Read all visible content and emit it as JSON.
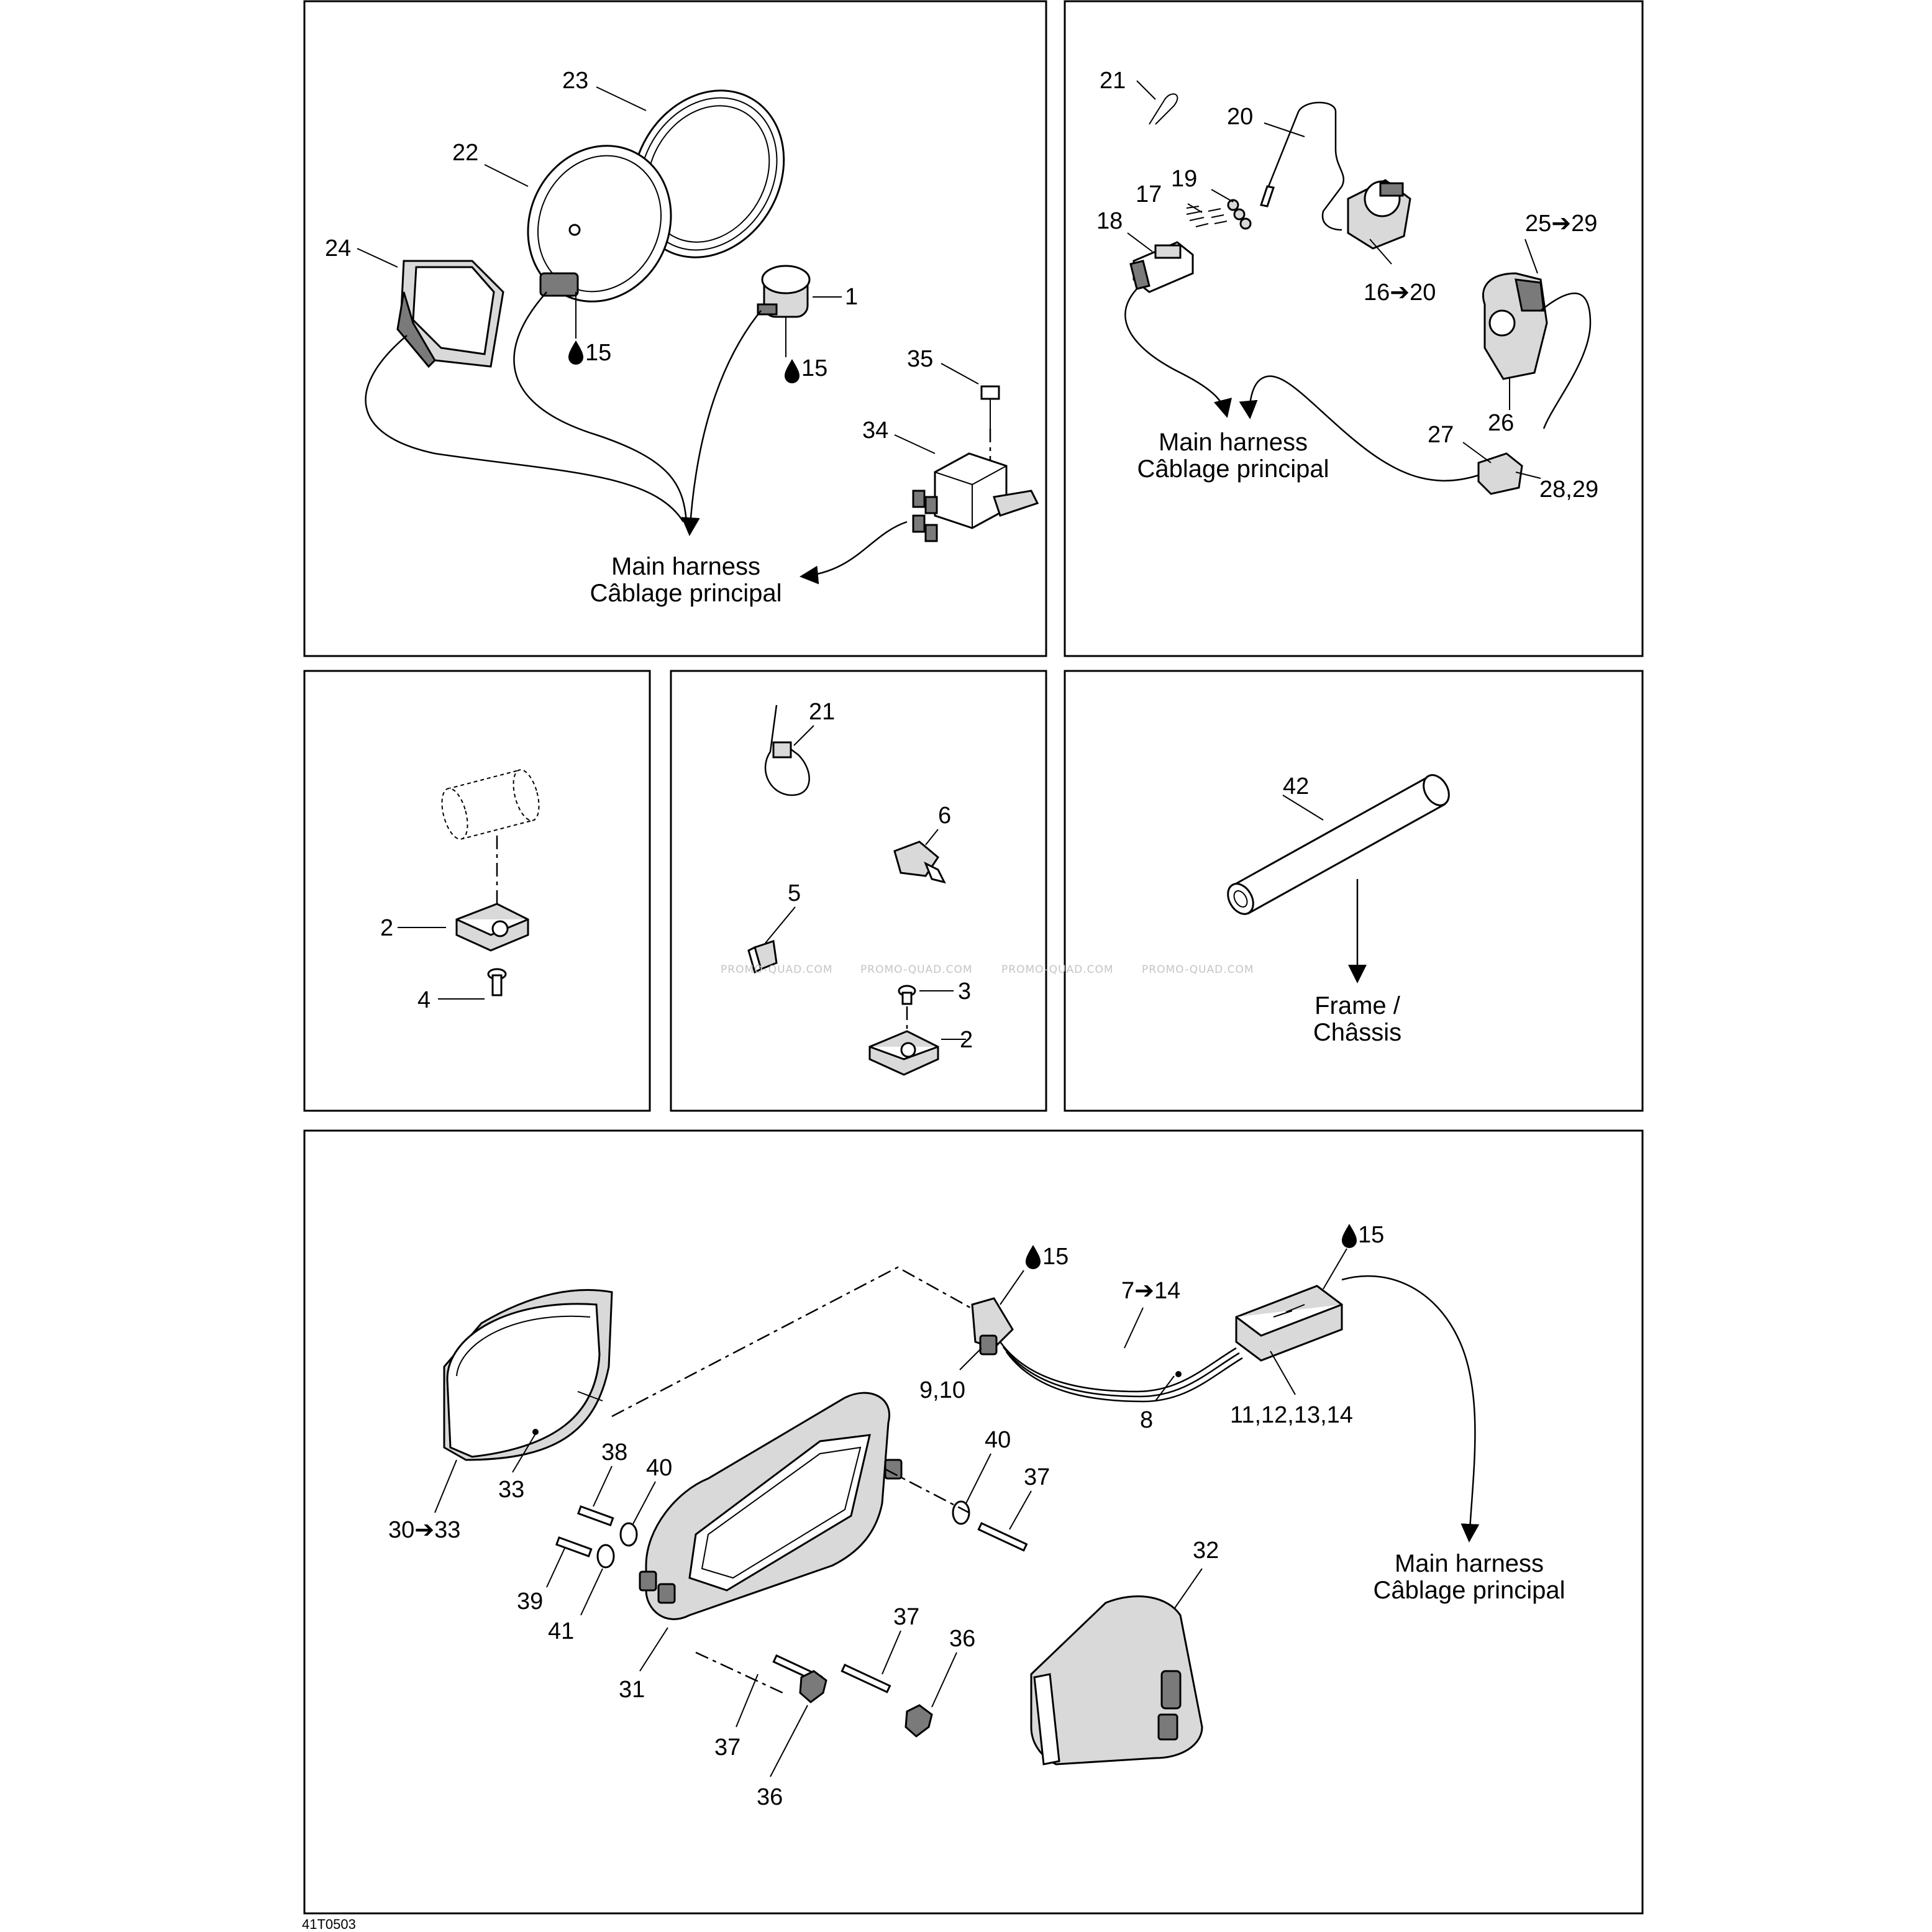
{
  "panels": {
    "top_left": {
      "callouts": [
        "23",
        "22",
        "24",
        "1",
        "15",
        "15",
        "35",
        "34"
      ],
      "harness_line1": "Main harness",
      "harness_line2": "Câblage principal"
    },
    "top_right": {
      "callouts": [
        "21",
        "20",
        "19",
        "17",
        "18",
        "25➔29",
        "16➔20",
        "26",
        "27",
        "28,29"
      ],
      "harness_line1": "Main harness",
      "harness_line2": "Câblage principal"
    },
    "mid_left": {
      "callouts": [
        "2",
        "4"
      ]
    },
    "mid_center": {
      "callouts": [
        "21",
        "6",
        "5",
        "3",
        "2"
      ]
    },
    "mid_right": {
      "callouts": [
        "42"
      ],
      "frame_line1": "Frame /",
      "frame_line2": "Châssis"
    },
    "bottom": {
      "callouts": [
        "15",
        "7➔14",
        "15",
        "9,10",
        "8",
        "11,12,13,14",
        "33",
        "30➔33",
        "38",
        "40",
        "40",
        "37",
        "39",
        "41",
        "31",
        "37",
        "36",
        "37",
        "36",
        "32"
      ],
      "harness_line1": "Main harness",
      "harness_line2": "Câblage principal"
    }
  },
  "watermark": "PROMO-QUAD.COM",
  "reference": "41T0503",
  "icons": [
    "grease-drop-icon",
    "arrow-right-icon"
  ]
}
